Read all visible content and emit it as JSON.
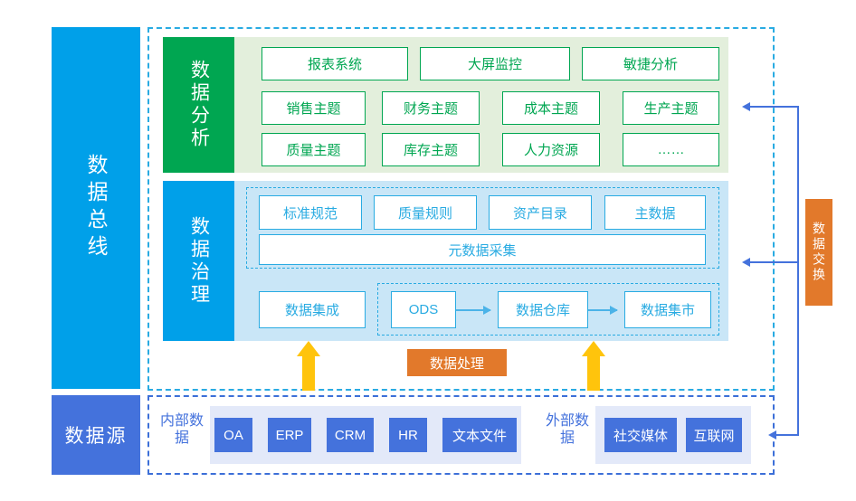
{
  "left_bus": {
    "analytics_label": "数据总线",
    "source_label": "数据源"
  },
  "analysis": {
    "side_label": "数据分析",
    "row1": [
      "报表系统",
      "大屏监控",
      "敏捷分析"
    ],
    "row2": [
      "销售主题",
      "财务主题",
      "成本主题",
      "生产主题"
    ],
    "row3": [
      "质量主题",
      "库存主题",
      "人力资源",
      "……"
    ]
  },
  "governance": {
    "side_label": "数据治理",
    "top_row": [
      "标准规范",
      "质量规则",
      "资产目录",
      "主数据"
    ],
    "metadata_label": "元数据采集",
    "integration_label": "数据集成",
    "warehouse_flow": [
      "ODS",
      "数据仓库",
      "数据集市"
    ]
  },
  "processing": {
    "label": "数据处理"
  },
  "exchange": {
    "label": "数据交换"
  },
  "data_source": {
    "internal_label": "内部数据",
    "internal_items": [
      "OA",
      "ERP",
      "CRM",
      "HR",
      "文本文件"
    ],
    "external_label": "外部数据",
    "external_items": [
      "社交媒体",
      "互联网"
    ]
  },
  "colors": {
    "bus_blue": "#00A0E9",
    "source_blue": "#4472DC",
    "analysis_green": "#00A651",
    "analysis_bg": "#E3EFDC",
    "governance_bg": "#C9E6F7",
    "accent_cyan": "#29ABE2",
    "orange": "#E2792B",
    "yellow": "#FFC40C"
  }
}
